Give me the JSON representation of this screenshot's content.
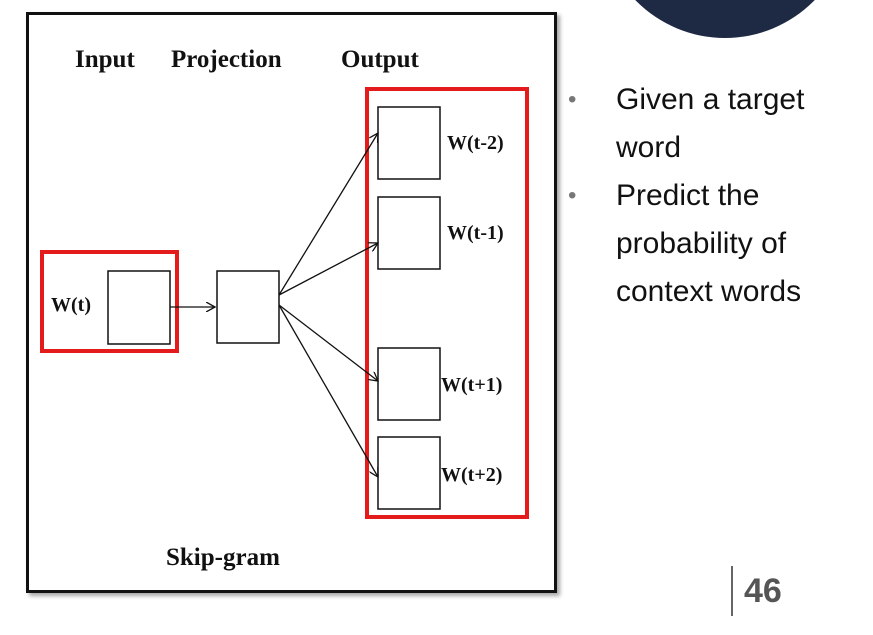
{
  "diagram": {
    "headers": {
      "input": "Input",
      "projection": "Projection",
      "output": "Output"
    },
    "input_label": "W(t)",
    "outputs": [
      {
        "label": "W(t-2)"
      },
      {
        "label": "W(t-1)"
      },
      {
        "label": "W(t+1)"
      },
      {
        "label": "W(t+2)"
      }
    ],
    "caption": "Skip-gram",
    "highlight_color": "#e31b1b",
    "line_color": "#111111"
  },
  "bullets": [
    {
      "text": "Given a target word"
    },
    {
      "text": "Predict the probability of context words"
    }
  ],
  "page_number": "46"
}
